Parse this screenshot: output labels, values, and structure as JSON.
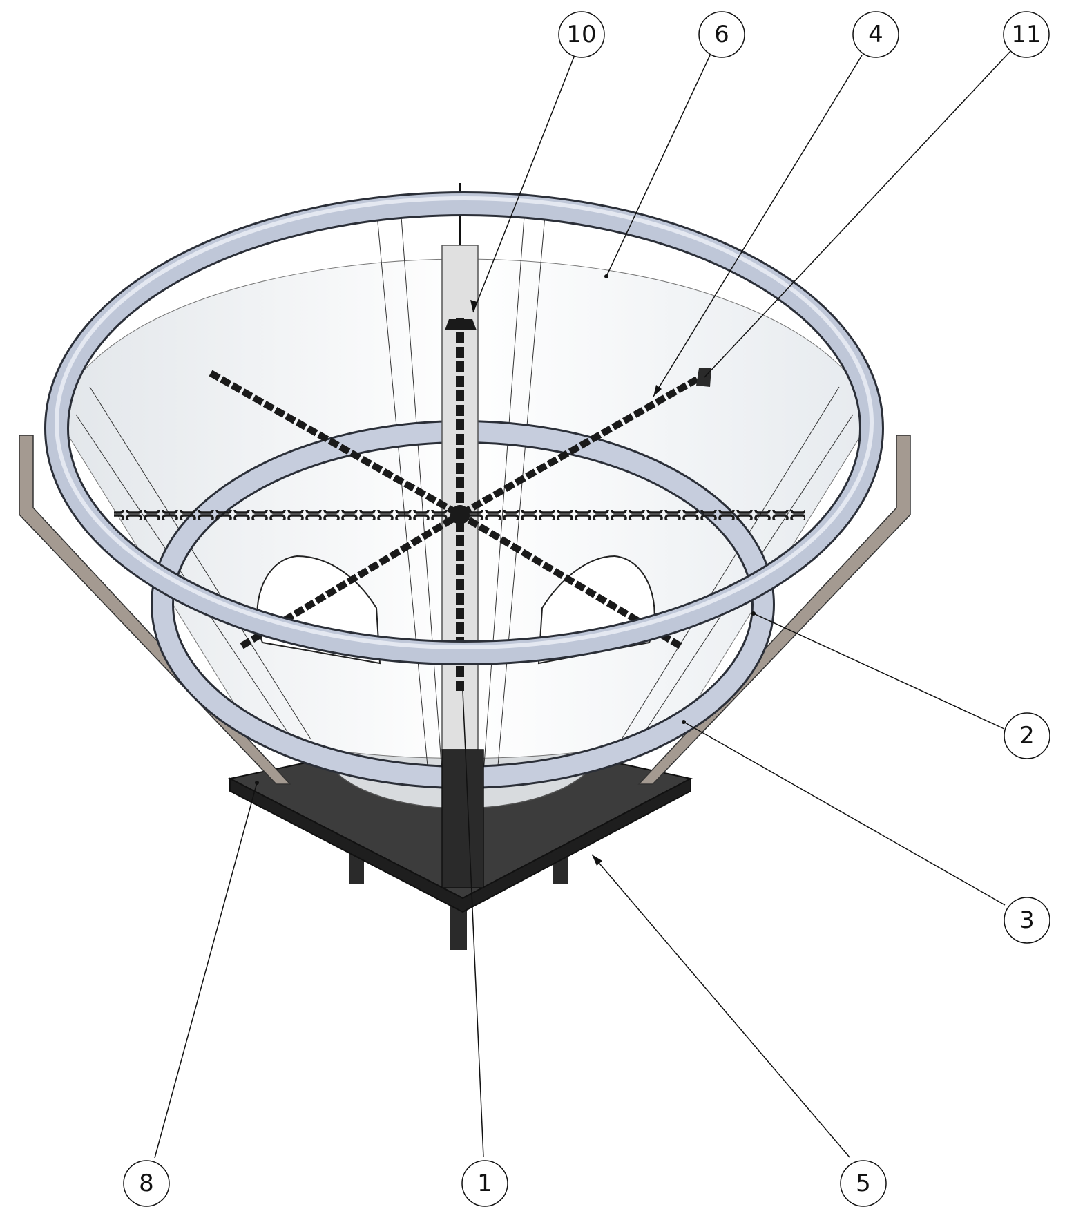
{
  "drawing": {
    "colors": {
      "line": "#111111",
      "ring": "#b9c1d3",
      "ring_edge": "#2b2f38",
      "bracket": "#a49a91",
      "base_plate": "#1f1f1f",
      "cone_fill": "#eef1f4",
      "chain": "#1a1a1a"
    },
    "balloons": [
      {
        "id": "b10",
        "label": "10",
        "target": "chain-top-link"
      },
      {
        "id": "b6",
        "label": "6",
        "target": "cone-liner"
      },
      {
        "id": "b4",
        "label": "4",
        "target": "chain-right-upper"
      },
      {
        "id": "b11",
        "label": "11",
        "target": "chain-end-bracket"
      },
      {
        "id": "b2",
        "label": "2",
        "target": "upper-ring"
      },
      {
        "id": "b3",
        "label": "3",
        "target": "lower-ring"
      },
      {
        "id": "b5",
        "label": "5",
        "target": "base-plate"
      },
      {
        "id": "b1",
        "label": "1",
        "target": "center-post"
      },
      {
        "id": "b8",
        "label": "8",
        "target": "side-bracket-left"
      }
    ]
  }
}
